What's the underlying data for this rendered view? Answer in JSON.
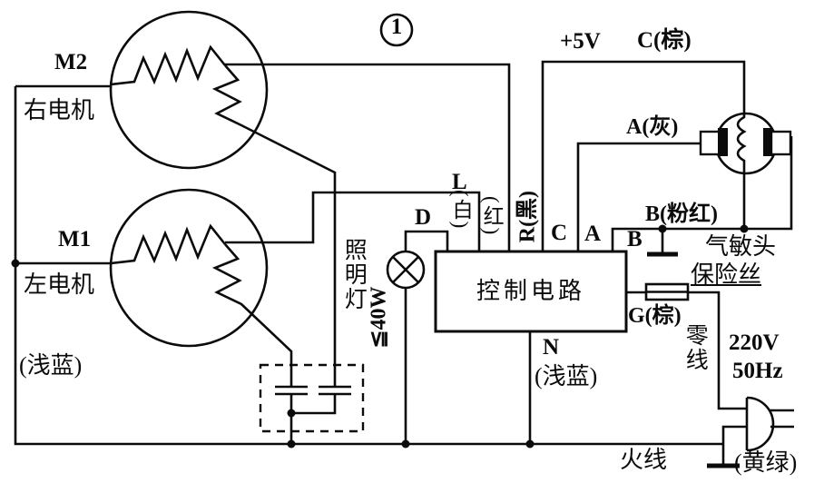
{
  "colors": {
    "ink": "#0b0b0b",
    "background": "#ffffff"
  },
  "figure_marker": "1",
  "motors": {
    "right": {
      "id": "M2",
      "name": "右电机"
    },
    "left": {
      "id": "M1",
      "name": "左电机"
    },
    "common_wire_color": "(浅蓝)"
  },
  "lamp": {
    "name": "照明灯",
    "power": "≦40W"
  },
  "control_box": {
    "label": "控制电路",
    "terminals": {
      "d": "D",
      "l": "L",
      "c": "C",
      "a": "A",
      "b": "B",
      "n": "N"
    }
  },
  "wires": {
    "white": "(白)",
    "red": "(红)",
    "r_black": "R(黑)",
    "supply": "+5V",
    "c_brown": "C(棕)",
    "a_gray": "A(灰)",
    "b_pink": "B(粉红)",
    "g_brown": "G(棕)",
    "n_blue": "(浅蓝)",
    "ground_color": "(黄绿)"
  },
  "sensor": {
    "name": "气敏头"
  },
  "fuse": {
    "name": "保险丝"
  },
  "power": {
    "neutral": "零线",
    "voltage": "220V",
    "frequency": "50Hz",
    "live": "火线"
  }
}
